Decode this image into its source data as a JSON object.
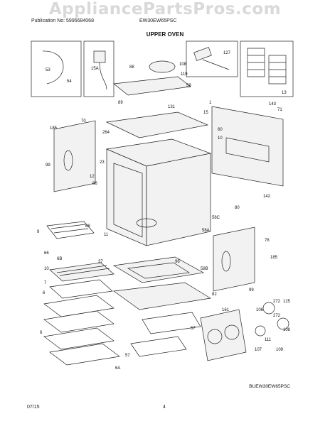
{
  "watermark": "AppliancePartsPros.com",
  "header": {
    "publication": "Publication No: 5995684068",
    "model": "EW30EW65PSC",
    "section_title": "UPPER OVEN"
  },
  "diagram_code": "BUEW30EW65PSC",
  "footer": {
    "date": "07/15",
    "page": "4"
  },
  "part_labels": [
    "53",
    "54",
    "15A",
    "108",
    "119",
    "127",
    "88",
    "59",
    "13",
    "1",
    "143",
    "71",
    "89",
    "131",
    "15",
    "70",
    "185",
    "60",
    "264",
    "10",
    "99",
    "12",
    "23",
    "86",
    "142",
    "80",
    "58C",
    "11",
    "58A",
    "68",
    "9",
    "37",
    "78",
    "185",
    "66",
    "6B",
    "96",
    "58B",
    "10",
    "99",
    "7",
    "82",
    "6",
    "272",
    "125",
    "161",
    "272",
    "106",
    "57",
    "108",
    "6",
    "111",
    "107",
    "109",
    "57",
    "6A"
  ]
}
